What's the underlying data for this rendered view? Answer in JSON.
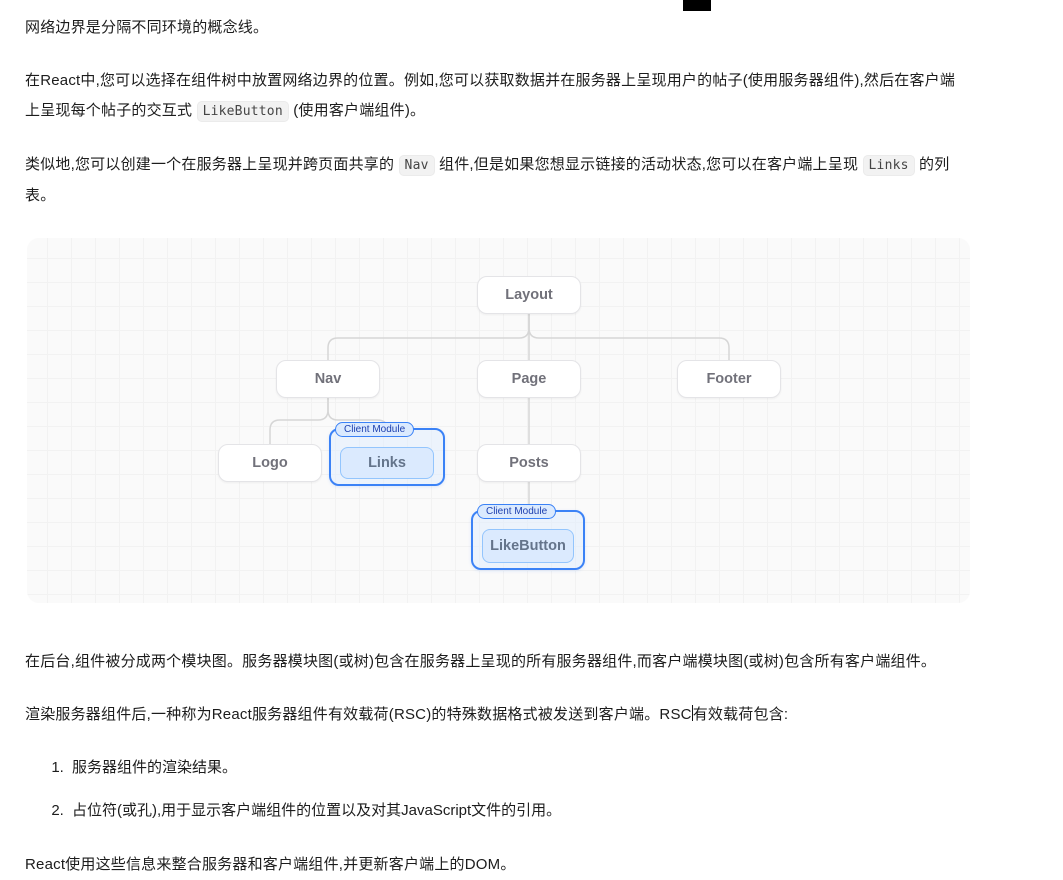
{
  "content": {
    "p1": "网络边界是分隔不同环境的概念线。",
    "p2_t1": "在React中,您可以选择在组件树中放置网络边界的位置。例如,您可以获取数据并在服务器上呈现用户的帖子(使用服务器组件),然后在客户端上呈现每个帖子的交互式 ",
    "p2_code": "LikeButton",
    "p2_t2": " (使用客户端组件)。",
    "p3_t1": "类似地,您可以创建一个在服务器上呈现并跨页面共享的 ",
    "p3_code1": "Nav",
    "p3_t2": " 组件,但是如果您想显示链接的活动状态,您可以在客户端上呈现 ",
    "p3_code2": "Links",
    "p3_t3": " 的列表。",
    "p4": "在后台,组件被分成两个模块图。服务器模块图(或树)包含在服务器上呈现的所有服务器组件,而客户端模块图(或树)包含所有客户端组件。",
    "p5_t1": "渲染服务器组件后,一种称为React服务器组件有效载荷(RSC)的特殊数据格式被发送到客户端。RSC",
    "p5_t2": "有效载荷包含:",
    "list": [
      "服务器组件的渲染结果。",
      "占位符(或孔),用于显示客户端组件的位置以及对其JavaScript文件的引用。"
    ],
    "p6": "React使用这些信息来整合服务器和客户端组件,并更新客户端上的DOM。"
  },
  "diagram": {
    "nodes": {
      "layout": "Layout",
      "nav": "Nav",
      "page": "Page",
      "footer": "Footer",
      "logo": "Logo",
      "links": "Links",
      "posts": "Posts",
      "likebutton": "LikeButton"
    },
    "client_badge_label": "Client Module",
    "colors": {
      "client_accent": "#3b82f6",
      "client_fill": "#dbeafe",
      "node_text": "#71717a",
      "connector": "#d6d6d6",
      "canvas_bg": "#fafafa"
    }
  }
}
